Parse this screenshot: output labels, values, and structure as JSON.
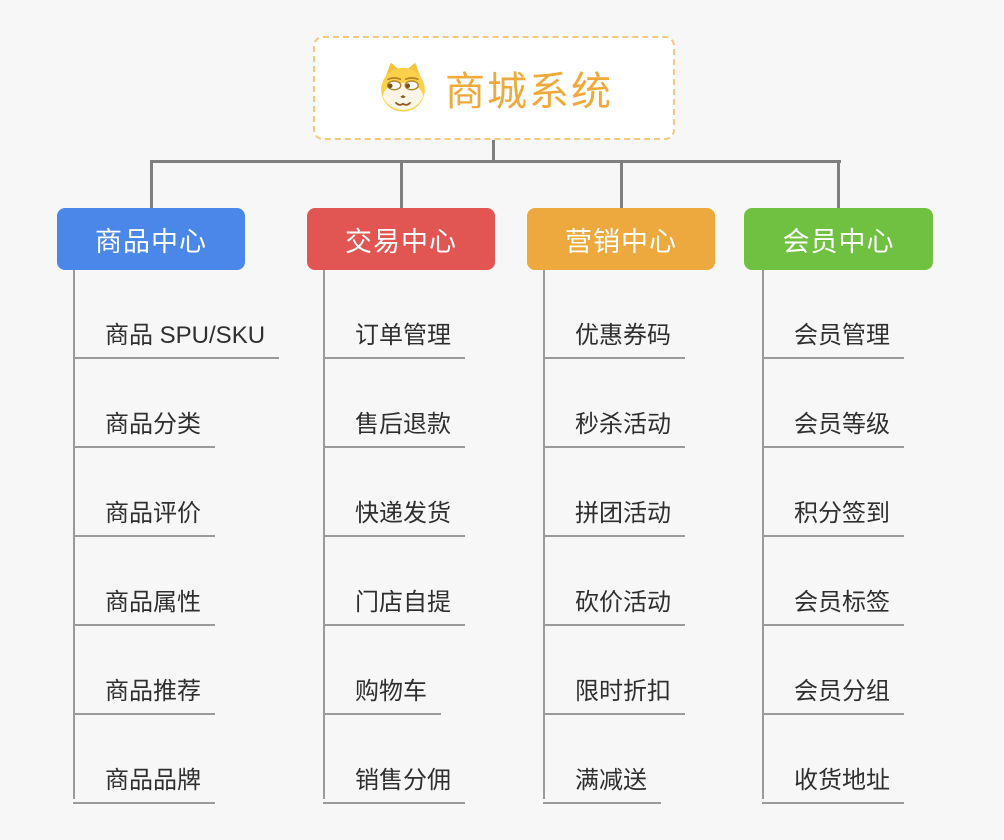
{
  "page": {
    "background": "#f7f7f7",
    "connector_color": "#7f7f7f",
    "child_line_color": "#9a9a9a",
    "child_text_color": "#2f2f2f"
  },
  "root": {
    "title": "商城系统",
    "icon": "dog-face-icon",
    "text_color": "#f2a93b",
    "border_color": "#f6c77f",
    "background": "#ffffff"
  },
  "branches": [
    {
      "label": "商品中心",
      "color": "#4b87e9",
      "items": [
        "商品 SPU/SKU",
        "商品分类",
        "商品评价",
        "商品属性",
        "商品推荐",
        "商品品牌"
      ]
    },
    {
      "label": "交易中心",
      "color": "#e15552",
      "items": [
        "订单管理",
        "售后退款",
        "快递发货",
        "门店自提",
        "购物车",
        "销售分佣"
      ]
    },
    {
      "label": "营销中心",
      "color": "#eda83e",
      "items": [
        "优惠券码",
        "秒杀活动",
        "拼团活动",
        "砍价活动",
        "限时折扣",
        "满减送"
      ]
    },
    {
      "label": "会员中心",
      "color": "#70c041",
      "items": [
        "会员管理",
        "会员等级",
        "积分签到",
        "会员标签",
        "会员分组",
        "收货地址"
      ]
    }
  ]
}
